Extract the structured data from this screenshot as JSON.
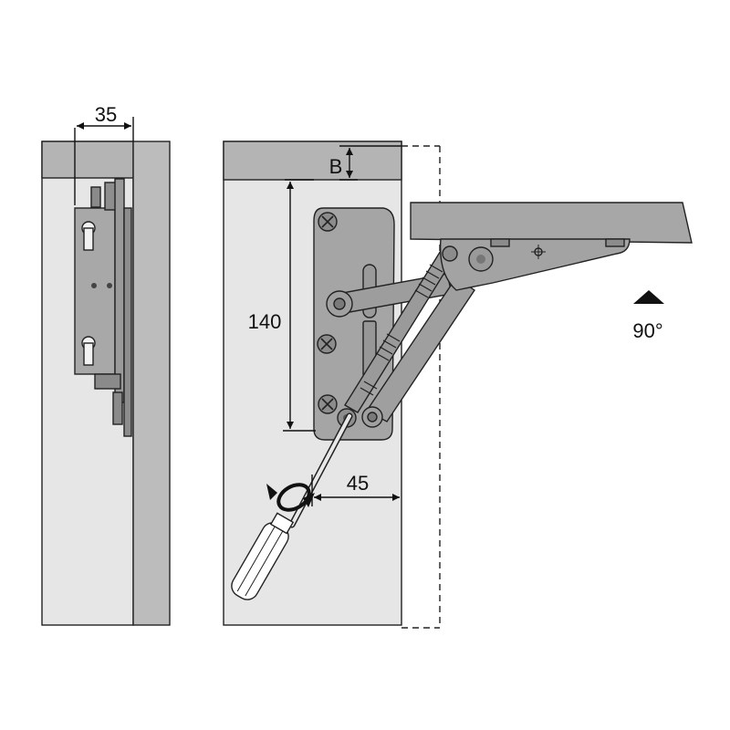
{
  "dimensions": {
    "side_offset": "35",
    "top_gap": "B",
    "mount_height": "140",
    "front_offset": "45",
    "opening_angle": "90°"
  },
  "icons": {
    "hinge_side_view": "hinge-side-view-icon",
    "lift_mechanism": "lift-mechanism-icon",
    "screwdriver": "screwdriver-icon",
    "rotation_arrow": "rotation-arrow-icon",
    "angle_marker": "triangle-up-icon"
  },
  "colors": {
    "panel": "#e6e6e6",
    "panel_top": "#b4b4b4",
    "metal": "#a5a5a5",
    "metal_dark": "#7d7d7d",
    "line": "#222222"
  }
}
